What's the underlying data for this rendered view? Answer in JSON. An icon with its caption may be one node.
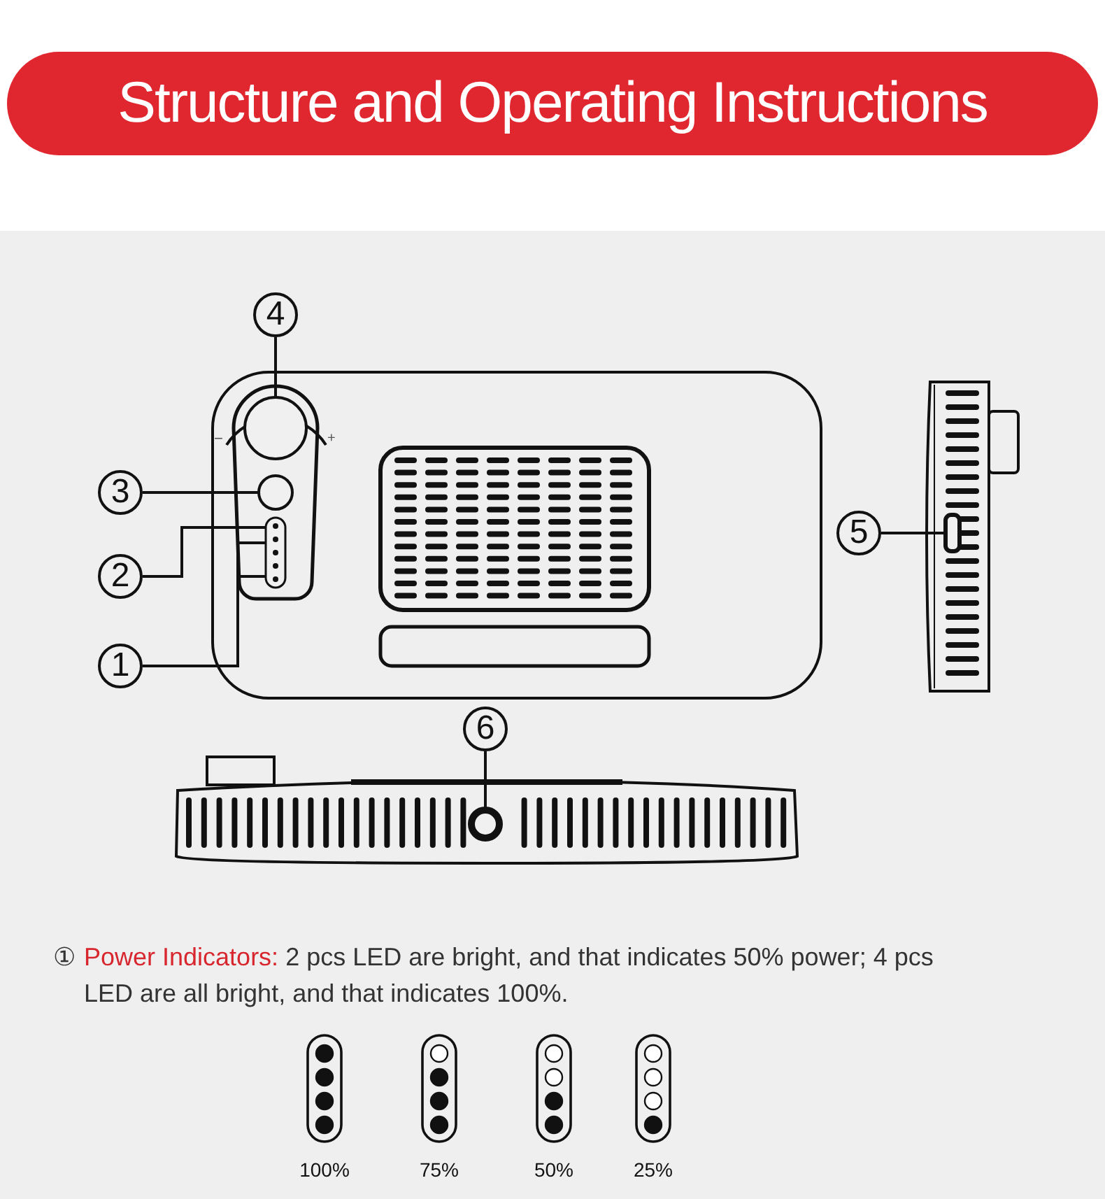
{
  "diagram": {
    "title": "Structure and Operating Instructions",
    "nodes": [
      {
        "text": [
          "4"
        ]
      },
      {
        "text": [
          "3"
        ]
      },
      {
        "text": [
          "2"
        ]
      },
      {
        "text": [
          "1"
        ]
      },
      {
        "text": [
          "5"
        ]
      },
      {
        "text": [
          "6"
        ]
      },
      {
        "text": [],
        "shape": "circle"
      },
      {
        "text": [],
        "shape": "circle"
      },
      {
        "text": [],
        "shape": "bar"
      },
      {
        "text": [],
        "shape": "box"
      },
      {
        "text": [],
        "shape": "circle"
      }
    ],
    "edges": [
      {
        "from": 0,
        "to": 6,
        "arrow": "none"
      },
      {
        "from": 1,
        "to": 7,
        "arrow": "none"
      },
      {
        "from": 2,
        "to": 8,
        "arrow": "none"
      },
      {
        "from": 3,
        "to": 8,
        "arrow": "none"
      },
      {
        "from": 4,
        "to": 9,
        "arrow": "none"
      },
      {
        "from": 5,
        "to": 10,
        "arrow": "none"
      }
    ],
    "labels": [
      "−",
      "+",
      "①",
      "Power Indicators:",
      "2 pcs LED are bright, and that indicates 50% power; 4 pcs LED are all bright, and that indicates 100%.",
      "100%",
      "75%",
      "50%",
      "25%"
    ]
  }
}
